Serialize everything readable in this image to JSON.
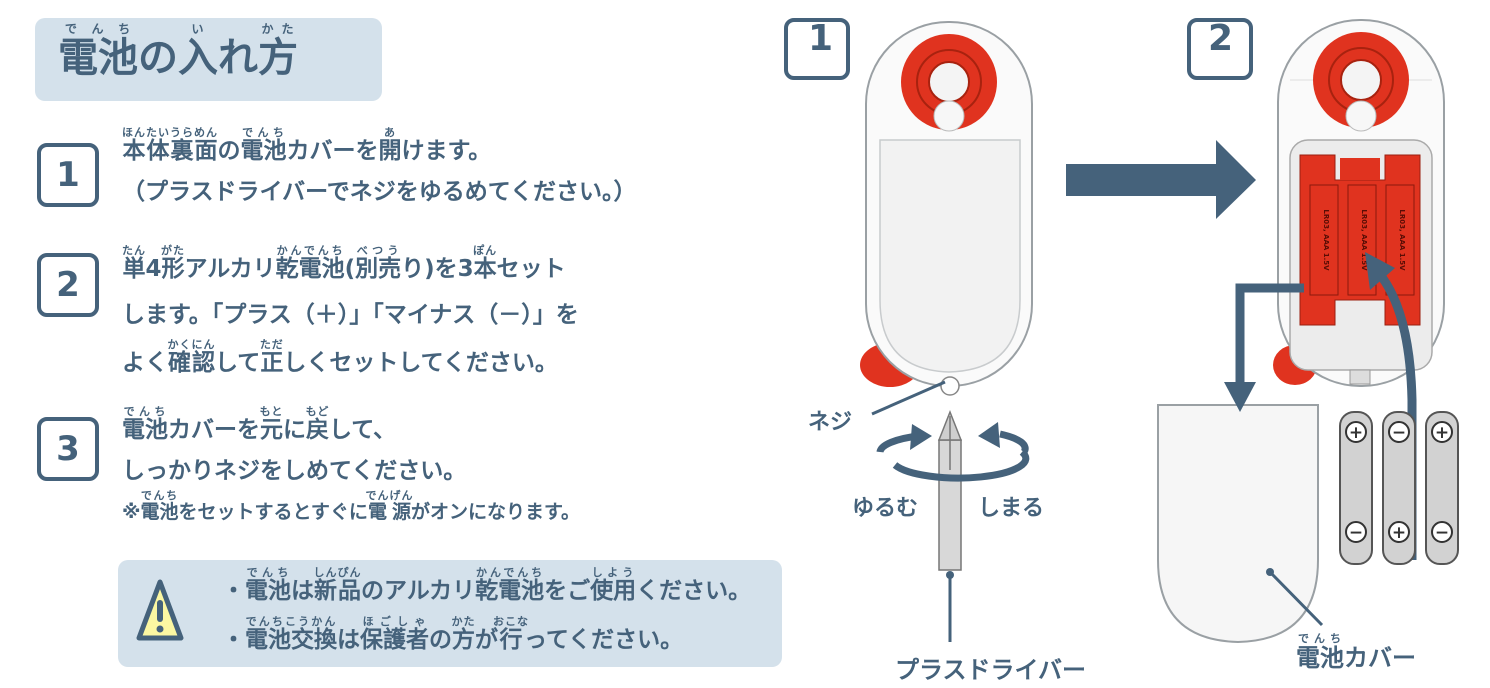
{
  "title": [
    [
      "電池",
      "でんち"
    ],
    "の",
    [
      "入",
      "い"
    ],
    "れ",
    [
      "方",
      "かた"
    ]
  ],
  "steps": [
    {
      "number": "1",
      "lines": [
        [
          [
            "本体裏面",
            "ほんたいうらめん"
          ],
          "の",
          [
            "電池",
            "でんち"
          ],
          "カバーを",
          [
            "開",
            "あ"
          ],
          "けます。"
        ],
        [
          "（プラスドライバーでネジをゆるめてください。）"
        ]
      ]
    },
    {
      "number": "2",
      "lines": [
        [
          [
            "単",
            "たん"
          ],
          "4",
          [
            "形",
            "がた"
          ],
          "アルカリ",
          [
            "乾電池",
            "かんでんち"
          ],
          "(",
          [
            "別売",
            "べつう"
          ],
          "り)を3",
          [
            "本",
            "ぽん"
          ],
          "セット"
        ],
        [
          "します。「プラス（＋）」「マイナス（－）」を"
        ],
        [
          "よく",
          [
            "確認",
            "かくにん"
          ],
          "して",
          [
            "正",
            "ただ"
          ],
          "しくセットしてください。"
        ]
      ]
    },
    {
      "number": "3",
      "lines": [
        [
          [
            "電池",
            "でんち"
          ],
          "カバーを",
          [
            "元",
            "もと"
          ],
          "に",
          [
            "戻",
            "もど"
          ],
          "して、"
        ],
        [
          "しっかりネジをしめてください。"
        ]
      ],
      "note": [
        "※",
        [
          "電池",
          "でんち"
        ],
        "をセットするとすぐに",
        [
          "電源",
          "でんげん"
        ],
        "がオンになります。"
      ]
    }
  ],
  "warning": {
    "lines": [
      [
        "・",
        [
          "電池",
          "でんち"
        ],
        "は",
        [
          "新品",
          "しんぴん"
        ],
        "のアルカリ",
        [
          "乾電池",
          "かんでんち"
        ],
        "をご",
        [
          "使用",
          "しよう"
        ],
        "ください。"
      ],
      [
        "・",
        [
          "電池交換",
          "でんちこうかん"
        ],
        "は",
        [
          "保護者",
          "ほごしゃ"
        ],
        "の",
        [
          "方",
          "かた"
        ],
        "が",
        [
          "行",
          "おこな"
        ],
        "ってください。"
      ]
    ],
    "icon": "warning-triangle-icon"
  },
  "illustration": {
    "step1_badge": "1",
    "step2_badge": "2",
    "screw_label": "ネジ",
    "loosen_label": "ゆるむ",
    "tighten_label": "しまる",
    "screwdriver_label": "プラスドライバー",
    "cover_label": [
      [
        "電池",
        "でんち"
      ],
      "カバー"
    ],
    "battery_marking": "LR03, AAA 1.5V"
  },
  "colors": {
    "accent": "#45627b",
    "panel": "#d4e1eb",
    "red": "#e0331f",
    "warning_yellow": "#fbf7a2"
  }
}
